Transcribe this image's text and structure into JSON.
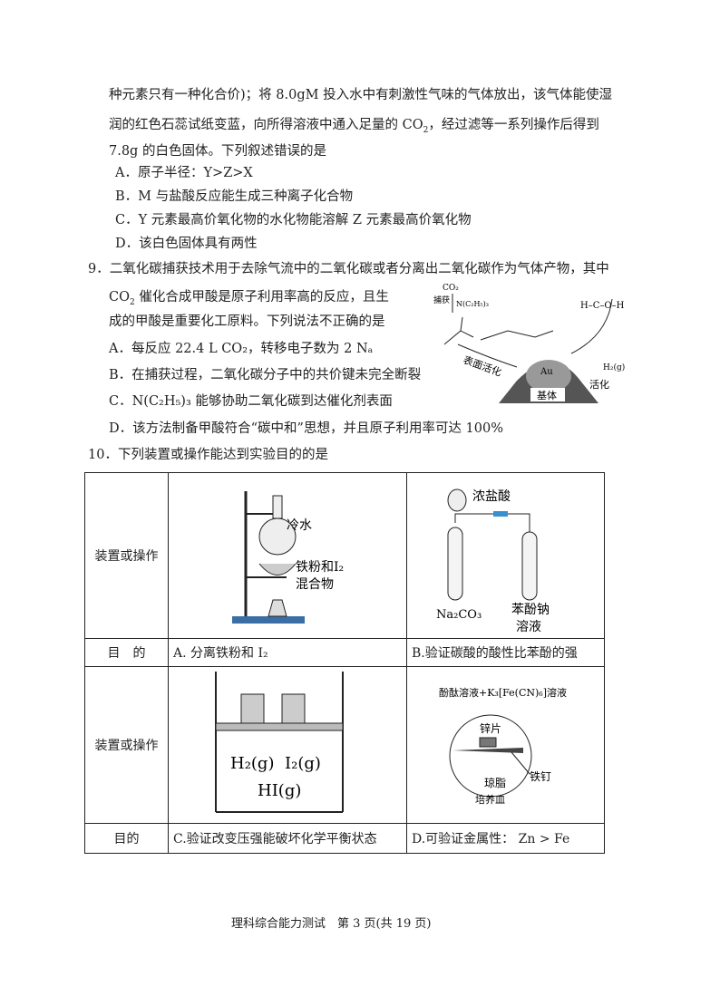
{
  "q8": {
    "line1": "种元素只有一种化合价)；将 8.0gM 投入水中有刺激性气味的气体放出，该气体能使湿",
    "line2a": "润的红色石蕊试纸变蓝，向所得溶液中通入足量的 CO",
    "line2b": "，经过滤等一系列操作后得到",
    "line3": "7.8g 的白色固体。下列叙述错误的是",
    "options": [
      "A．原子半径：Y>Z>X",
      "B．M 与盐酸反应能生成三种离子化合物",
      "C．Y 元素最高价氧化物的水化物能溶解 Z 元素最高价氧化物",
      "D．该白色固体具有两性"
    ]
  },
  "q9": {
    "line1": "9．二氧化碳捕获技术用于去除气流中的二氧化碳或者分离出二氧化碳作为气体产物，其中",
    "line2": "催化合成甲酸是原子利用率高的反应，且生",
    "line3": "成的甲酸是重要化工原料。下列说法不正确的是",
    "optA": "A．每反应 22.4 L CO₂，转移电子数为 2 Nₐ",
    "optB": "B．在捕获过程，二氧化碳分子中的共价键未完全断裂",
    "optC": "C．N(C₂H₅)₃ 能够协助二氧化碳到达催化剂表面",
    "optD": "D．该方法制备甲酸符合“碳中和”思想，并且原子利用率可达 100%",
    "diagram": {
      "co2": "CO₂",
      "capture": "捕获",
      "amine": "N(C₂H₅)₃",
      "surface": "表面活化",
      "activate": "活化",
      "h2": "H₂(g)",
      "au": "Au",
      "base": "基体"
    }
  },
  "q10": {
    "title": "10．下列装置或操作能达到实验目的的是",
    "row_label": "装置或操作",
    "purpose_label1": "目　的",
    "purpose_label2": "目的",
    "A": {
      "purpose": "A. 分离铁粉和 I₂",
      "cold": "冷水",
      "mix1": "铁粉和I₂",
      "mix2": "混合物"
    },
    "B": {
      "purpose": "B.验证碳酸的酸性比苯酚的强",
      "acid": "浓盐酸",
      "na2co3": "Na₂CO₃",
      "phenol1": "苯酚钠",
      "phenol2": "溶液"
    },
    "C": {
      "purpose": "C.验证改变压强能破坏化学平衡状态",
      "h2": "H₂(g)",
      "i2": "I₂(g)",
      "hi": "HI(g)"
    },
    "D": {
      "purpose": "D.可验证金属性： Zn > Fe",
      "solution": "酚酞溶液+K₃[Fe(CN)₆]溶液",
      "zinc": "锌片",
      "nail": "铁钉",
      "agar": "琼脂",
      "dish": "培养皿"
    }
  },
  "footer": "理科综合能力测试　第 3 页(共 19 页)"
}
